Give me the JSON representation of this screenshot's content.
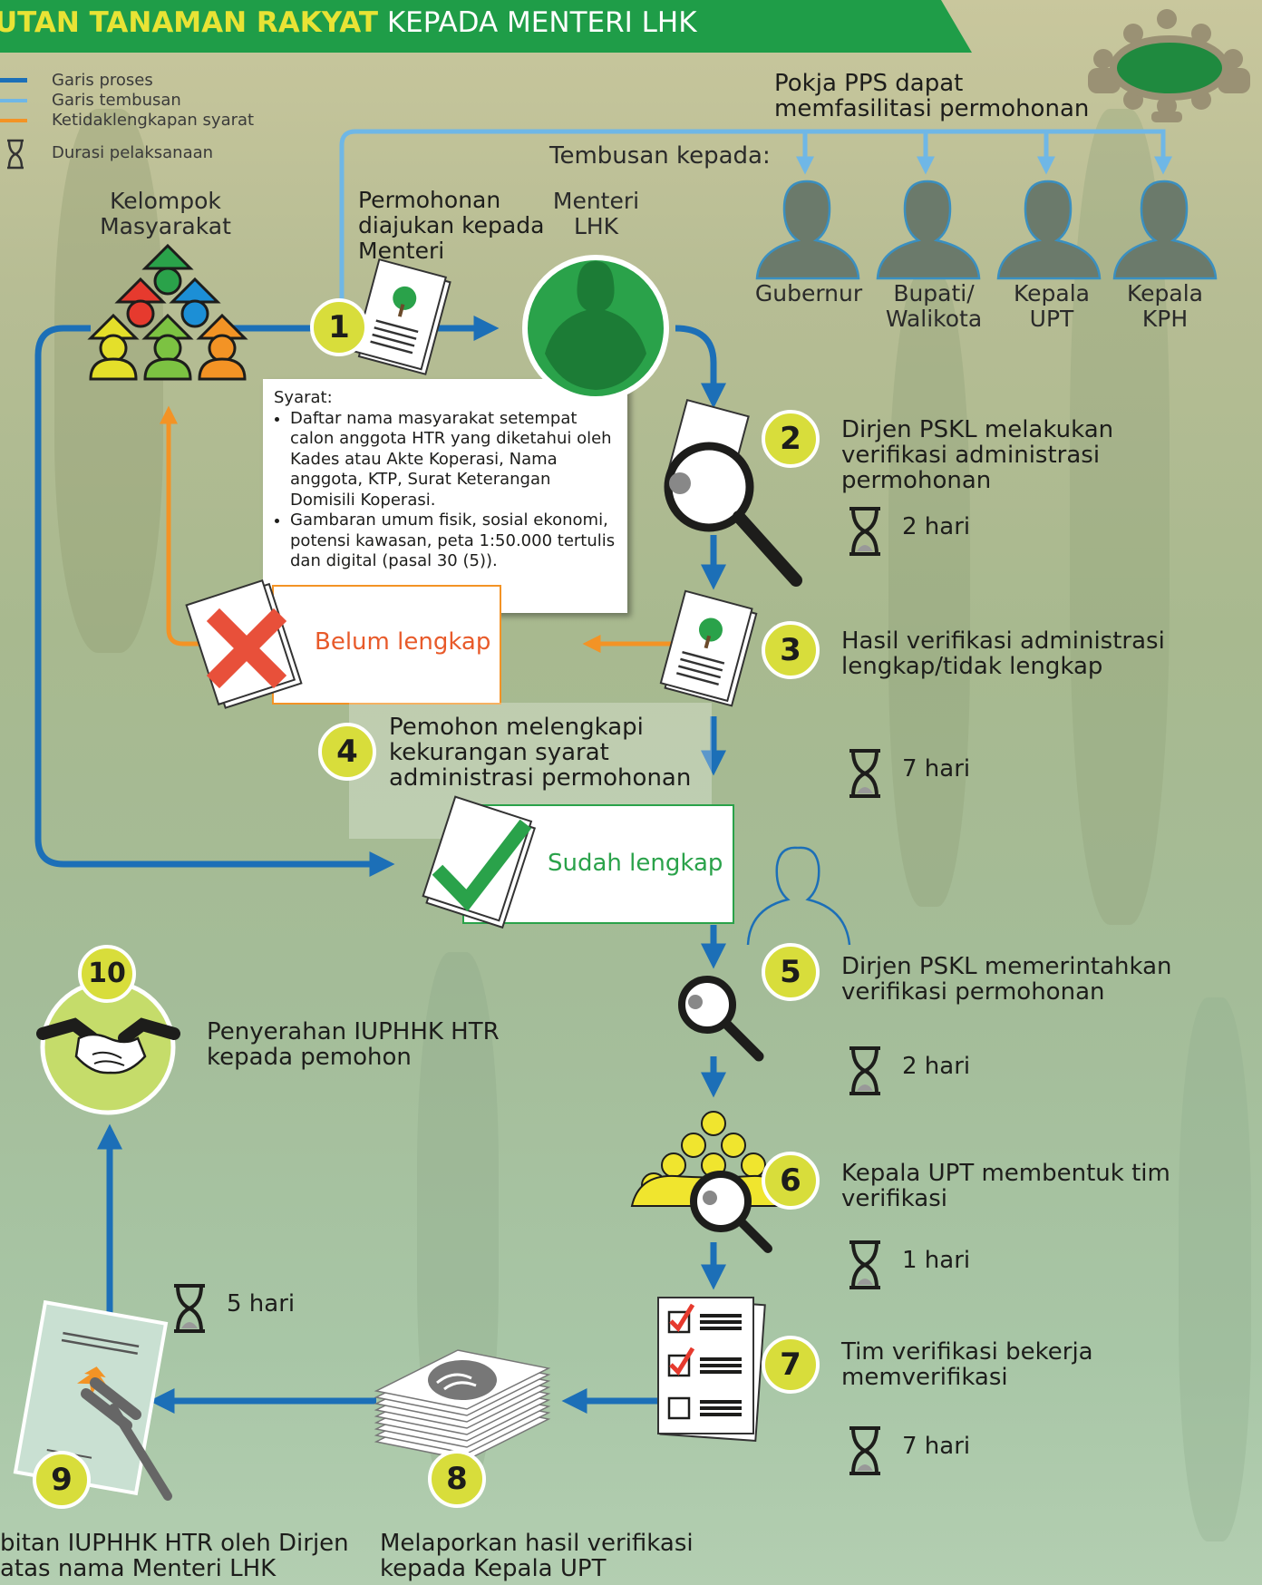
{
  "banner": {
    "highlight": "UTAN TANAMAN RAKYAT",
    "rest": " KEPADA MENTERI LHK"
  },
  "legend": {
    "items": [
      "Garis proses",
      "Garis tembusan",
      "Ketidaklengkapan syarat"
    ],
    "duration": "Durasi pelaksanaan"
  },
  "colors": {
    "process": "#1c6fb7",
    "copy": "#6fb7e6",
    "incomplete": "#f39325",
    "green": "#2aa24a",
    "badge": "#d8dd3b"
  },
  "pokja": "Pokja PPS dapat\nmemfasilitasi permohonan",
  "tembusan": {
    "title": "Tembusan kepada:",
    "recipients": [
      "Gubernur",
      "Bupati/\nWalikota",
      "Kepala\nUPT",
      "Kepala\nKPH"
    ]
  },
  "kelompok": "Kelompok\nMasyarakat",
  "menteri": "Menteri\nLHK",
  "steps": [
    {
      "num": "1",
      "text": "Permohonan\ndiajukan kepada\nMenteri"
    },
    {
      "num": "2",
      "text": "Dirjen PSKL melakukan\nverifikasi administrasi\npermohonan",
      "duration": "2 hari"
    },
    {
      "num": "3",
      "text": "Hasil verifikasi administrasi\nlengkap/tidak lengkap",
      "duration": "7 hari"
    },
    {
      "num": "4",
      "text": "Pemohon melengkapi\nkekurangan syarat\nadministrasi permohonan"
    },
    {
      "num": "5",
      "text": "Dirjen PSKL memerintahkan\nverifikasi permohonan",
      "duration": "2 hari"
    },
    {
      "num": "6",
      "text": "Kepala UPT membentuk tim\nverifikasi",
      "duration": "1 hari"
    },
    {
      "num": "7",
      "text": "Tim verifikasi bekerja\nmemverifikasi",
      "duration": "7 hari"
    },
    {
      "num": "8",
      "text": "Melaporkan hasil verifikasi\nkepada Kepala UPT"
    },
    {
      "num": "9",
      "text": "bitan IUPHHK HTR oleh Dirjen\natas nama Menteri LHK",
      "duration": "5 hari"
    },
    {
      "num": "10",
      "text": "Penyerahan IUPHHK HTR\nkepada pemohon"
    }
  ],
  "syarat": {
    "title": "Syarat:",
    "items": [
      "Daftar nama masyarakat setempat calon anggota HTR yang diketahui oleh Kades atau Akte Koperasi, Nama anggota, KTP, Surat Keterangan Domisili Koperasi.",
      "Gambaran umum fisik, sosial ekonomi, potensi kawasan, peta 1:50.000 tertulis dan digital (pasal 30 (5))."
    ]
  },
  "status": {
    "incomplete": "Belum lengkap",
    "complete": "Sudah lengkap"
  }
}
